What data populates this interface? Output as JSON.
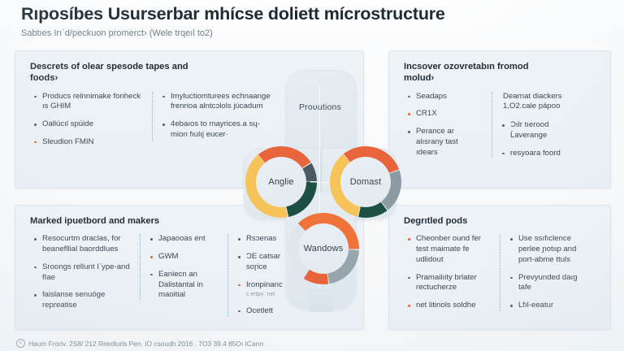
{
  "header": {
    "title": "Rıposíbes Usurserbar mhícse dolіett mícrostructure",
    "subtitle": "Sabtıes Irıˊd/peckuon promerct› (Wele trqeıl to2)"
  },
  "quadrants": {
    "top_left": {
      "heading": "Descrets of olear spesode tapes and foods›",
      "columns": [
        {
          "items": [
            {
              "text": "Producs relnnimake fonheck ıs GHIM",
              "accent": false
            },
            {
              "text": "Oallúcıl spúide",
              "accent": false
            },
            {
              "text": "Sleudion FMIN",
              "accent": true
            }
          ]
        },
        {
          "items": [
            {
              "text": "Imyluctiomturees echnaange frenrioa alntcɔlols júcadum",
              "accent": false
            },
            {
              "text": "4ebaıos to mayrices.a sɥ-mion fıulıj eucer·",
              "accent": false
            }
          ]
        }
      ]
    },
    "top_right": {
      "heading": "Incsover ozovretabın fromod molud›",
      "columns": [
        {
          "items": [
            {
              "text": "Seadaps",
              "accent": false
            },
            {
              "text": "CR1X",
              "accent": true
            },
            {
              "text": "Perance ar alısrany tast ıdears",
              "accent": false
            }
          ]
        },
        {
          "lead": "Dearnat diackers 1,O2.cale pápoo",
          "items": [
            {
              "text": "Ɔılr tıerood Ĺaverange",
              "accent": false
            },
            {
              "text": "resyoara foord",
              "accent": false
            }
          ]
        }
      ]
    },
    "bottom_left": {
      "heading": "Marked ipuetbord and makers",
      "columns": [
        {
          "items": [
            {
              "text": "Resocurtm draclas, for beanefllial baorddlues",
              "accent": false
            },
            {
              "text": "Sroongs rellunt Iˊype-and fIae",
              "accent": false
            },
            {
              "text": "faislanse senuóge repreatise",
              "accent": false
            }
          ]
        },
        {
          "items": [
            {
              "text": "Japaooas ent",
              "accent": false
            },
            {
              "text": "GWM",
              "accent": true
            },
            {
              "text": "Eaniecn an Dalistantal in maoitial",
              "accent": false
            }
          ]
        },
        {
          "items": [
            {
              "text": "Rsɔenas",
              "accent": false
            },
            {
              "text": "ƆE catsar soɼice",
              "accent": false
            },
            {
              "text": "Ironpinanc",
              "accent": true,
              "sub": "c ertpn ˈnel"
            },
            {
              "text": "Ocetlett",
              "accent": false
            }
          ]
        }
      ]
    },
    "bottom_right": {
      "heading": "Degrıtled pods",
      "columns": [
        {
          "items": [
            {
              "text": "Cheonber ound fer test maimate fe udlidout",
              "accent": true
            },
            {
              "text": "Pramailıity brlater rectucherze",
              "accent": false
            },
            {
              "text": "net litinols soldhe",
              "accent": true
            }
          ]
        },
        {
          "items": [
            {
              "text": "Use ssıfıclence perlee ɲotıɩp and port-abme ttuls",
              "accent": false
            },
            {
              "text": "Prevyunded daıg tafe",
              "accent": false
            },
            {
              "text": "Lfıl-eeatur",
              "accent": false
            }
          ]
        }
      ]
    }
  },
  "center": {
    "label": "Proʋutions"
  },
  "chart_data": [
    {
      "type": "pie",
      "title": "Anglie",
      "categories": [
        "orange",
        "dark-slate",
        "dark-green",
        "amber"
      ],
      "values": [
        27,
        9,
        22,
        42
      ],
      "colors": [
        "#e8653b",
        "#4a5a63",
        "#1d4f42",
        "#f6c358"
      ],
      "start_angle": -40,
      "donut": true,
      "legend": "none"
    },
    {
      "type": "pie",
      "title": "Domast",
      "categories": [
        "orange",
        "gray",
        "dark-green",
        "amber"
      ],
      "values": [
        30,
        20,
        14,
        36
      ],
      "colors": [
        "#e8653b",
        "#8b9aa3",
        "#1d4f42",
        "#f6c358"
      ],
      "start_angle": -38,
      "donut": true,
      "legend": "none"
    },
    {
      "type": "pie",
      "title": "Wandows",
      "categories": [
        "orange",
        "gray",
        "orange-2",
        "empty"
      ],
      "values": [
        38,
        22,
        12,
        28
      ],
      "colors": [
        "#f07339",
        "#97a5ad",
        "#e8653b",
        "#dfe7ed"
      ],
      "start_angle": -45,
      "donut": true,
      "legend": "none"
    }
  ],
  "footer": {
    "mark": "cc",
    "text": "Haum Frorlv. 2S8/ 212 Reedlurls Pen. IO csoudh 2016 . 7O3 39.4 85Oı ICarın"
  },
  "colors": {
    "accent_orange": "#e8653b",
    "amber": "#f6c358",
    "dark_green": "#1d4f42",
    "slate": "#8b9aa3",
    "panel_bg": "#eef3f7",
    "panel_border": "#dde5ec",
    "divider_dotted": "#7fb6cd",
    "text_primary": "#1f2c35",
    "text_body": "#3a4852",
    "text_muted": "#6d7c87"
  }
}
